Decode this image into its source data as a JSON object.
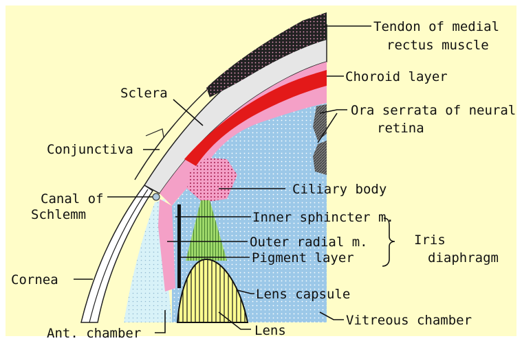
{
  "colors": {
    "background": "#FFFDC8",
    "sclera": "#E6E6E6",
    "choroid": "#E31919",
    "ciliary_pink": "#F4A0C7",
    "ciliary_dots": "#B03060",
    "vitreous": "#9CC8E8",
    "anterior_chamber": "#D8F2F8",
    "iris_green": "#9ED86A",
    "lens_yellow": "#FFFF90",
    "tendon": "#222222",
    "ora_serrata": "#7A7A7A",
    "canal": "#AFC8DC"
  },
  "labels": {
    "tendon_line1": "Tendon of medial",
    "tendon_line2": "rectus muscle",
    "choroid": "Choroid layer",
    "ora_line1": "Ora serrata of neural",
    "ora_line2": "retina",
    "sclera": "Sclera",
    "conjunctiva": "Conjunctiva",
    "canal_line1": "Canal of",
    "canal_line2": "Schlemm",
    "ciliary_body": "Ciliary body",
    "inner_sphincter": "Inner sphincter m.",
    "outer_radial": "Outer radial m.",
    "pigment_layer": "Pigment layer",
    "iris_line1": "Iris",
    "iris_line2": "diaphragm",
    "cornea": "Cornea",
    "lens_capsule": "Lens capsule",
    "vitreous_chamber": "Vitreous chamber",
    "ant_chamber": "Ant. chamber",
    "lens": "Lens"
  }
}
